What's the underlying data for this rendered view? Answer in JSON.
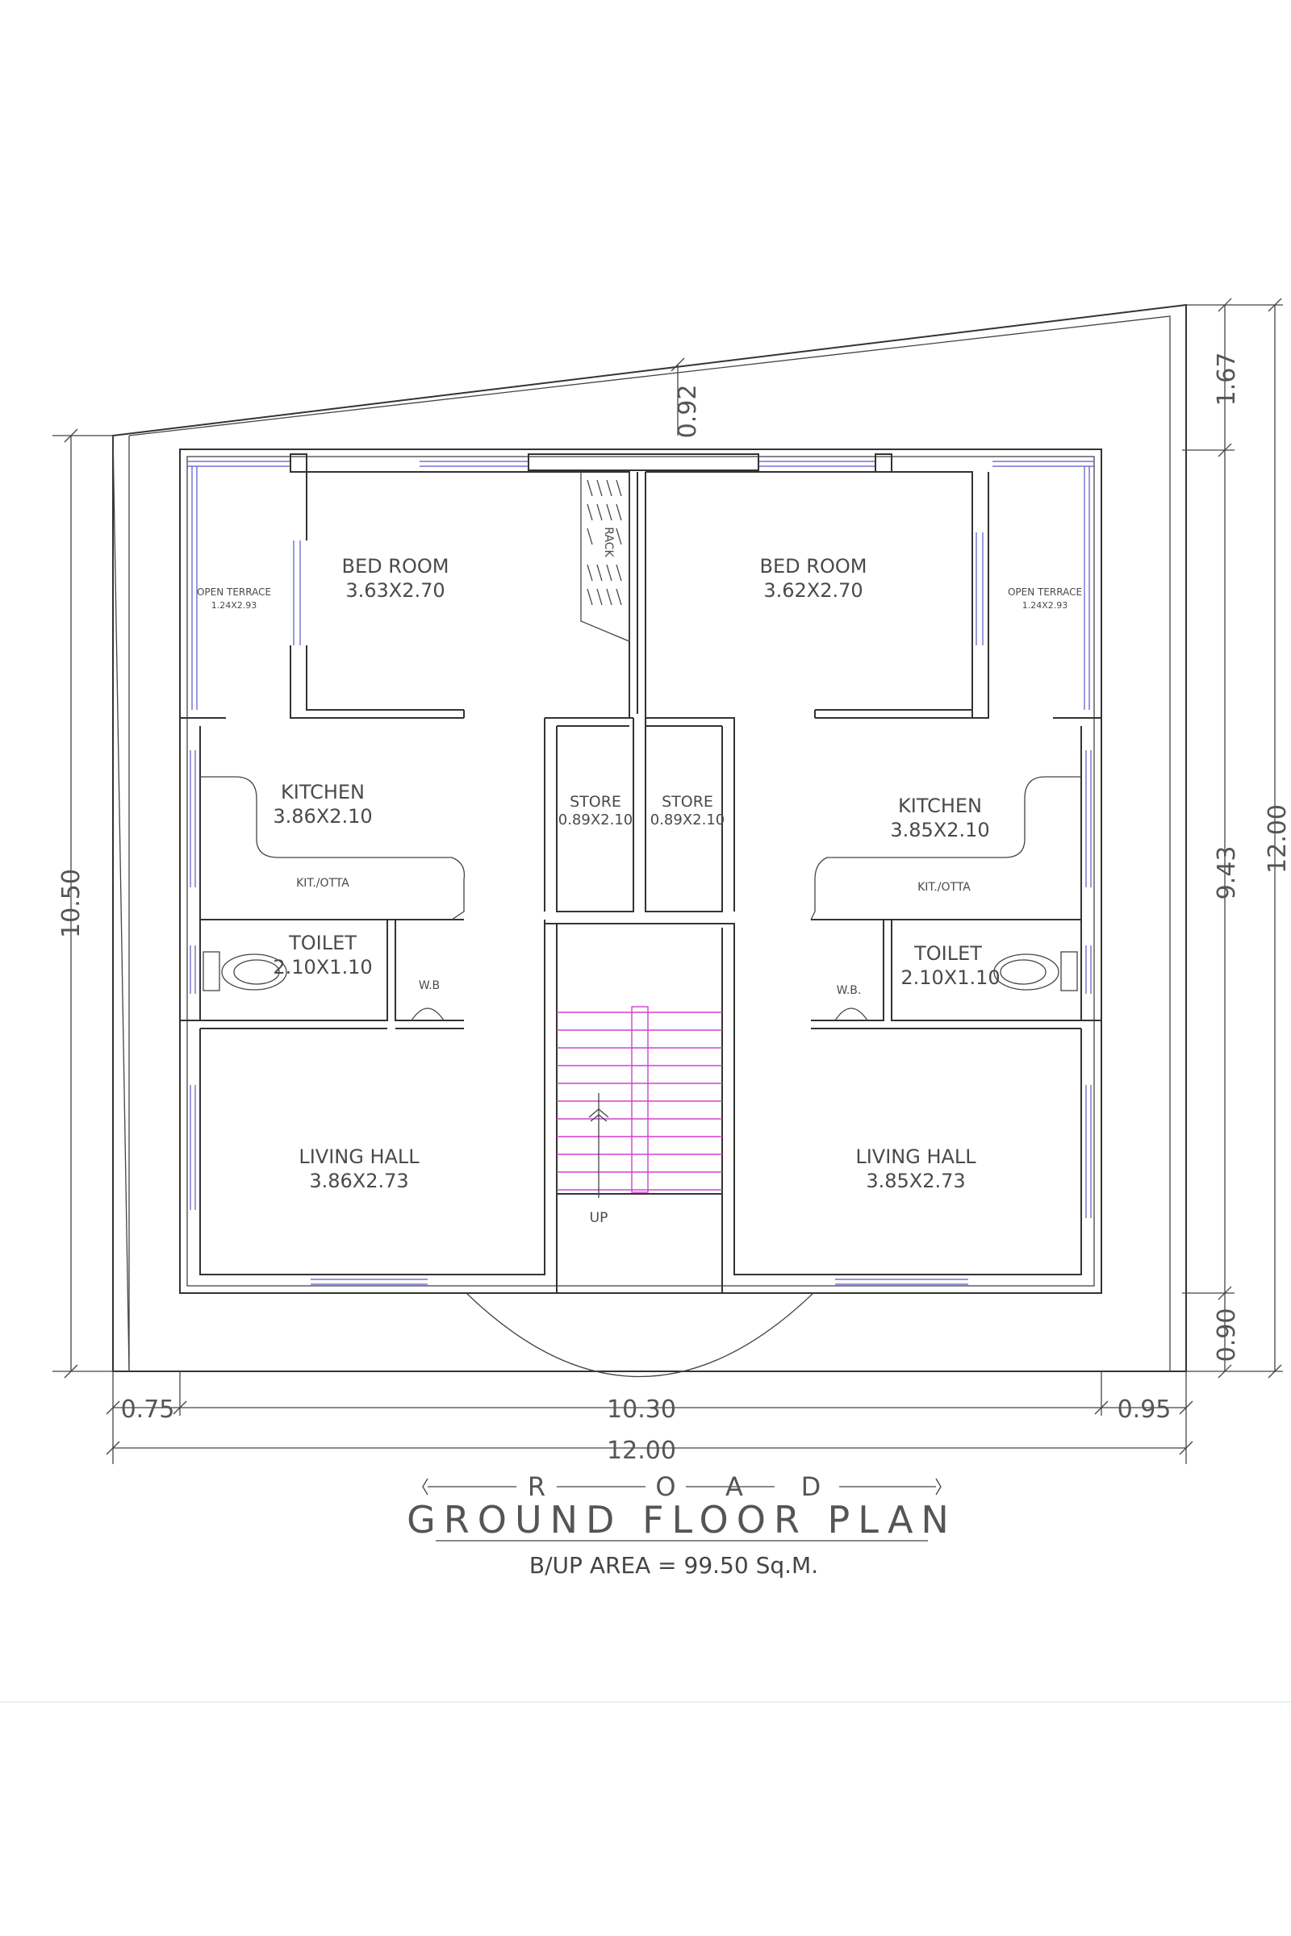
{
  "plan": {
    "title": "GROUND FLOOR PLAN",
    "subtitle": "B/UP AREA = 99.50 Sq.M.",
    "road_letters": [
      "R",
      "O",
      "A",
      "D"
    ]
  },
  "rooms": {
    "bed_left": {
      "name": "BED ROOM",
      "dim": "3.63X2.70"
    },
    "bed_right": {
      "name": "BED ROOM",
      "dim": "3.62X2.70"
    },
    "terrace_left": {
      "name": "OPEN TERRACE",
      "dim": "1.24X2.93"
    },
    "terrace_right": {
      "name": "OPEN TERRACE",
      "dim": "1.24X2.93"
    },
    "kitchen_left": {
      "name": "KITCHEN",
      "dim": "3.86X2.10"
    },
    "kitchen_right": {
      "name": "KITCHEN",
      "dim": "3.85X2.10"
    },
    "store_left": {
      "name": "STORE",
      "dim": "0.89X2.10"
    },
    "store_right": {
      "name": "STORE",
      "dim": "0.89X2.10"
    },
    "toilet_left": {
      "name": "TOILET",
      "dim": "2.10X1.10"
    },
    "toilet_right": {
      "name": "TOILET",
      "dim": "2.10X1.10"
    },
    "living_left": {
      "name": "LIVING HALL",
      "dim": "3.86X2.73"
    },
    "living_right": {
      "name": "LIVING HALL",
      "dim": "3.85X2.73"
    }
  },
  "labels": {
    "rack": "RACK",
    "kit_otta_left": "KIT./OTTA",
    "kit_otta_right": "KIT./OTTA",
    "wb_left": "W.B",
    "wb_right": "W.B.",
    "up": "UP"
  },
  "dimensions": {
    "left_height": "10.50",
    "top_gap": "0.92",
    "right_top": "1.67",
    "right_mid": "9.43",
    "right_bottom": "0.90",
    "right_total": "12.00",
    "bottom_left": "0.75",
    "bottom_mid": "10.30",
    "bottom_right": "0.95",
    "bottom_total": "12.00"
  }
}
